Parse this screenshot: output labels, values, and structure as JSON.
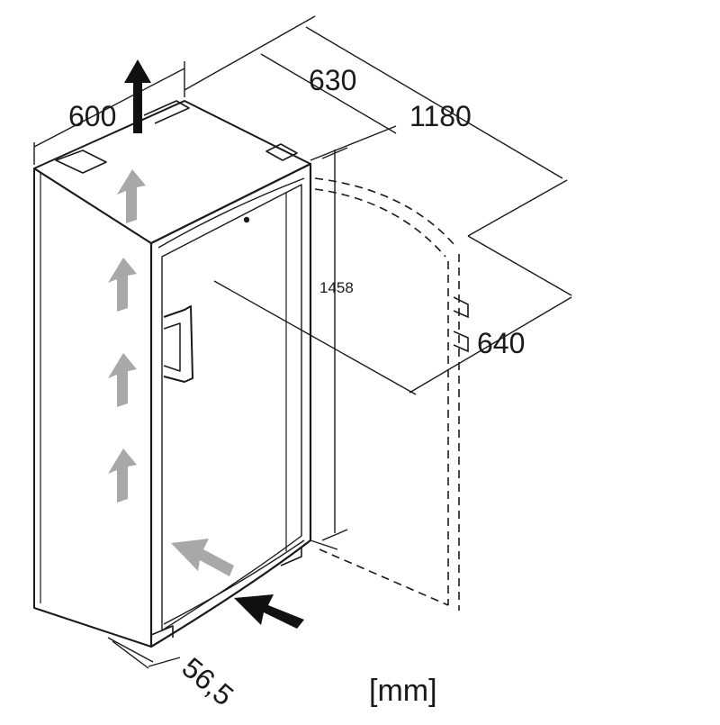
{
  "unit_label": "[mm]",
  "dimensions": {
    "width": "600",
    "depth_body": "630",
    "depth_door_open": "1180",
    "height": "1458",
    "depth_total": "640",
    "side_gap": "56,5"
  },
  "colors": {
    "line": "#1a1a1a",
    "airflow_grey": "#a8a8a8",
    "airflow_dark": "#111111"
  },
  "icons": {
    "exhaust_up": "arrow-up-icon",
    "airflow_side": "arrow-up-grey-icon",
    "intake_front": "arrow-diagonal-icon"
  }
}
